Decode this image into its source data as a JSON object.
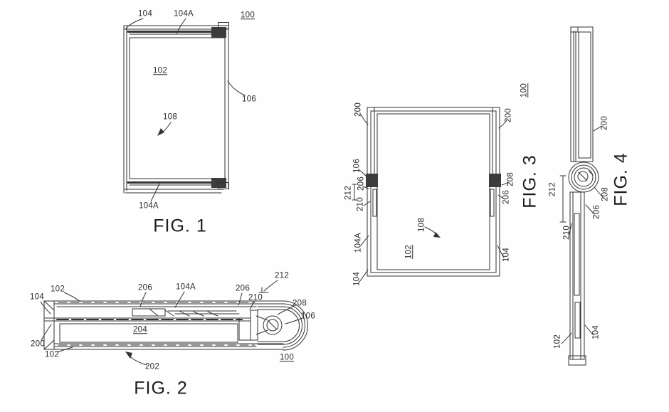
{
  "page": {
    "background": "#fefefe",
    "ink": "#333333",
    "dark_fill": "#3c3c3c"
  },
  "figures": {
    "fig1": {
      "caption": "FIG. 1",
      "labels": {
        "l104": "104",
        "l104A_top": "104A",
        "l100": "100",
        "l102": "102",
        "l106": "106",
        "l108": "108",
        "l104A_bottom": "104A"
      }
    },
    "fig2": {
      "caption": "FIG. 2",
      "labels": {
        "l212": "212",
        "l102_top": "102",
        "l206_left": "206",
        "l104A": "104A",
        "l206_right": "206",
        "l210": "210",
        "l104": "104",
        "l208": "208",
        "l106": "106",
        "l200": "200",
        "l102_bottom": "102",
        "l204": "204",
        "l202": "202",
        "l100": "100"
      }
    },
    "fig3": {
      "caption": "FIG. 3",
      "labels": {
        "l200_left": "200",
        "l200_right": "200",
        "l100": "100",
        "l106": "106",
        "l206_left": "206",
        "l212": "212",
        "l210": "210",
        "l104A": "104A",
        "l104_left": "104",
        "l102": "102",
        "l108": "108",
        "l208": "208",
        "l206_right": "206",
        "l104_right": "104"
      }
    },
    "fig4": {
      "caption": "FIG. 4",
      "labels": {
        "l200": "200",
        "l212": "212",
        "l208": "208",
        "l206": "206",
        "l210": "210",
        "l104": "104",
        "l102": "102"
      }
    }
  }
}
